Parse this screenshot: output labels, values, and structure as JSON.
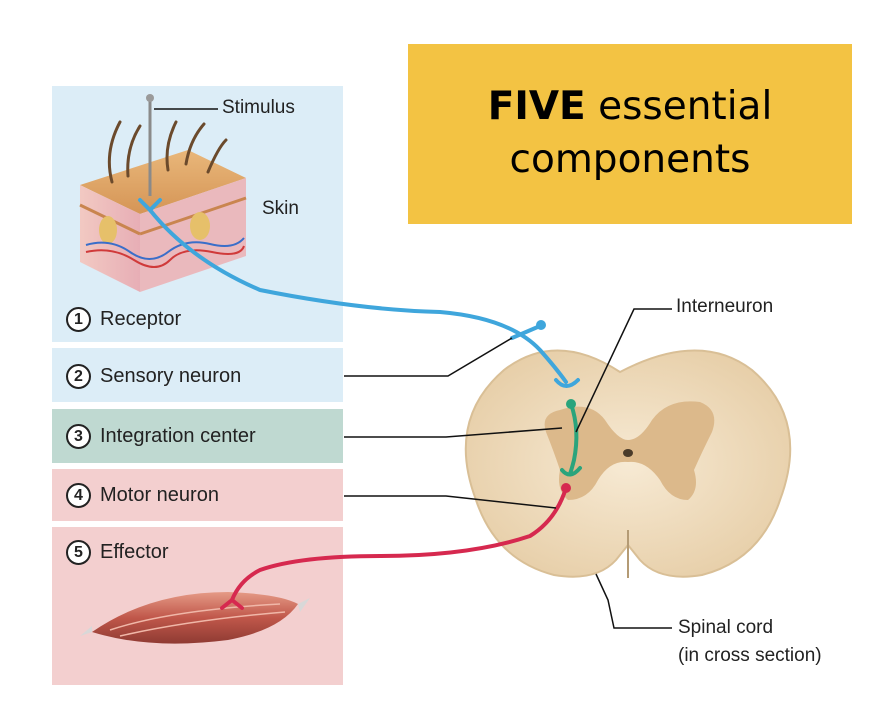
{
  "title": {
    "bold": "FIVE",
    "rest_line1": " essential",
    "line2": "components"
  },
  "steps": [
    {
      "number": "1",
      "label": "Receptor"
    },
    {
      "number": "2",
      "label": "Sensory neuron"
    },
    {
      "number": "3",
      "label": "Integration center"
    },
    {
      "number": "4",
      "label": "Motor neuron"
    },
    {
      "number": "5",
      "label": "Effector"
    }
  ],
  "labels": {
    "stimulus": "Stimulus",
    "skin": "Skin",
    "interneuron": "Interneuron",
    "spinal_cord": "Spinal cord",
    "cross_section": "(in cross section)"
  },
  "colors": {
    "title_bg": "#f3c343",
    "sensory": "#3fa6dc",
    "interneuron": "#2aa47c",
    "motor": "#d6294f",
    "panel_blue": "#dcedf7",
    "panel_green": "#bfd9d1",
    "panel_pink": "#f3cfcf"
  }
}
